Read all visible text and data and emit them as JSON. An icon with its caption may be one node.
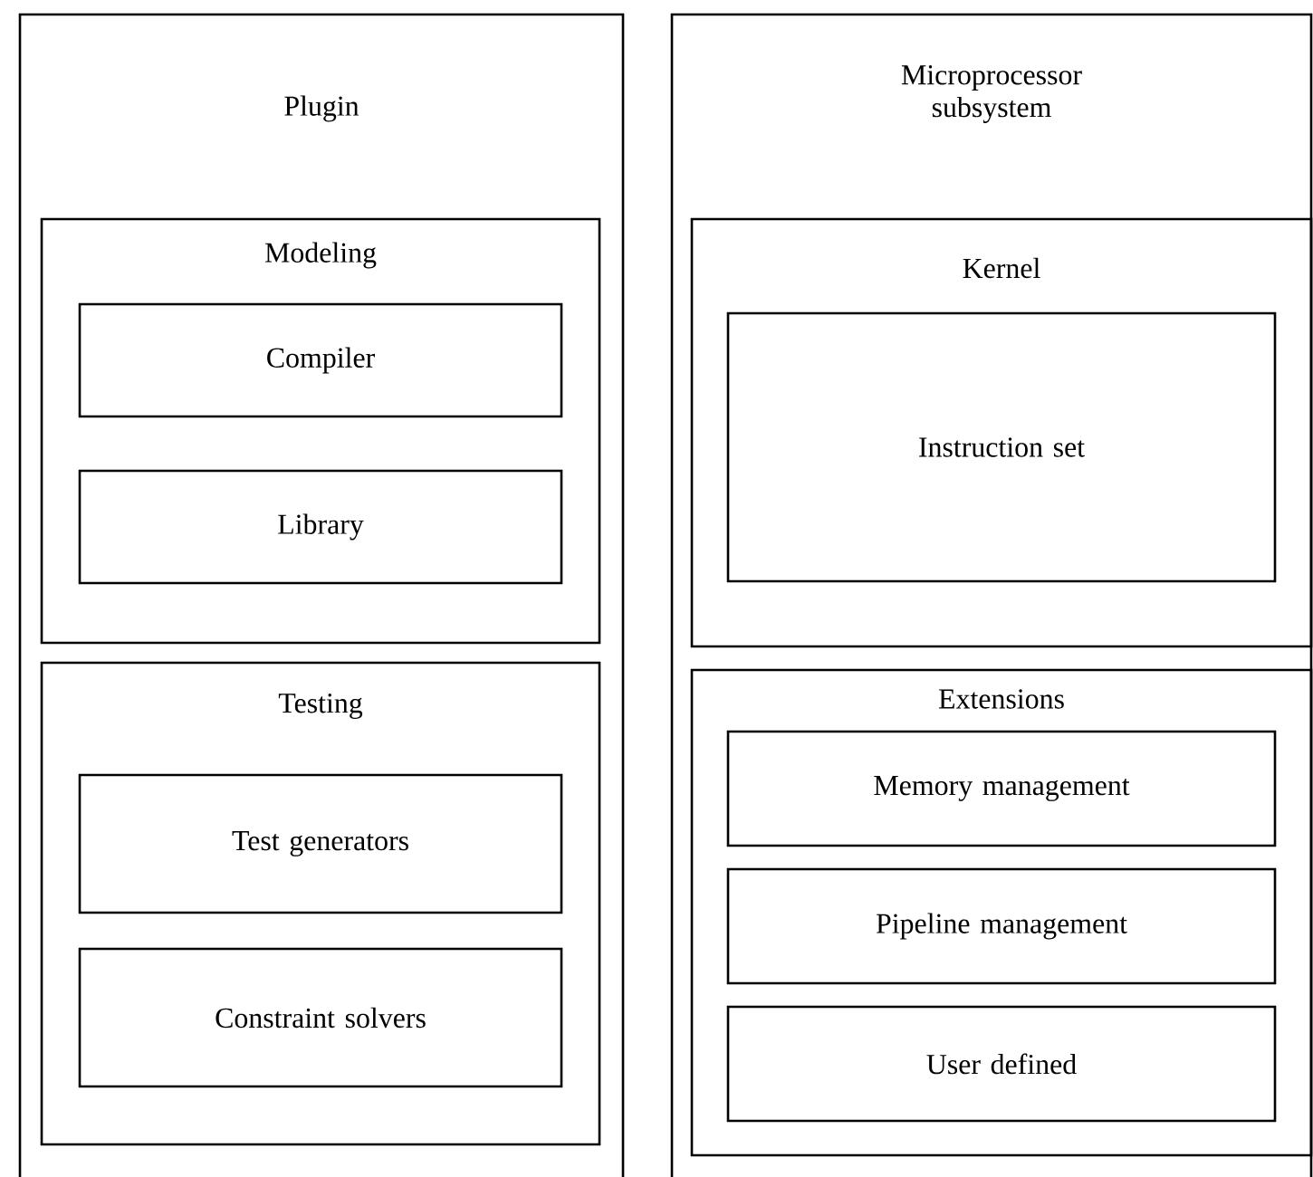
{
  "diagram": {
    "nodes": [
      {
        "text": [
          "Plugin"
        ]
      },
      {
        "text": [
          "Modeling"
        ],
        "in": 0
      },
      {
        "text": [
          "Compiler"
        ],
        "in": 1
      },
      {
        "text": [
          "Library"
        ],
        "in": 1
      },
      {
        "text": [
          "Testing"
        ],
        "in": 0
      },
      {
        "text": [
          "Test generators"
        ],
        "in": 4
      },
      {
        "text": [
          "Constraint solvers"
        ],
        "in": 4
      },
      {
        "text": [
          "Microprocessor subsystem"
        ]
      },
      {
        "text": [
          "Kernel"
        ],
        "in": 7
      },
      {
        "text": [
          "Instruction set"
        ],
        "in": 8
      },
      {
        "text": [
          "Extensions"
        ],
        "in": 7
      },
      {
        "text": [
          "Memory management"
        ],
        "in": 10
      },
      {
        "text": [
          "Pipeline management"
        ],
        "in": 10
      },
      {
        "text": [
          "User defined"
        ],
        "in": 10
      }
    ]
  }
}
